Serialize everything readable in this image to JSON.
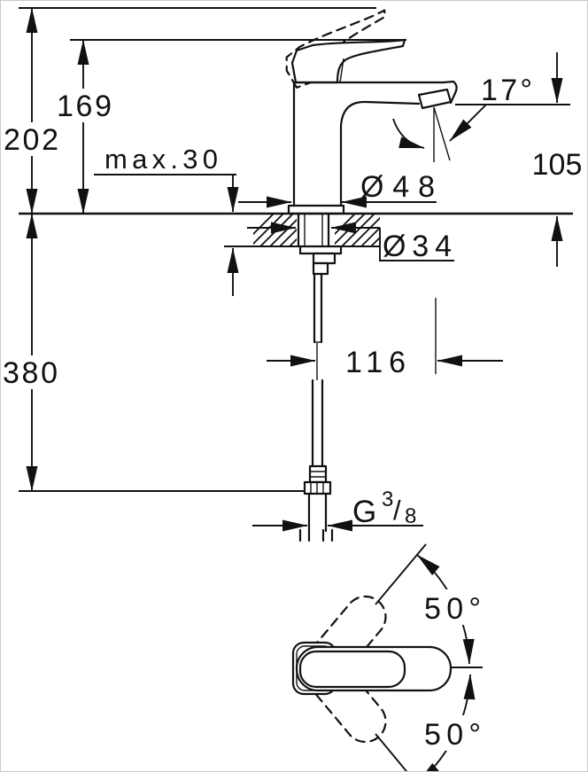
{
  "drawing": {
    "title": "Single-lever basin mixer — dimensional drawing",
    "background": "#ffffff",
    "line_color": "#111111",
    "views": {
      "side_view": "faucet side elevation with mounting shank and flexible hose",
      "top_view": "handle swivel range seen from above"
    },
    "dimensions": {
      "total_height": "202",
      "lever_height": "169",
      "max_deck_thickness": "max.30",
      "spout_angle": "17°",
      "outlet_height": "105",
      "body_diameter": "Ø48",
      "hole_diameter": "Ø34",
      "hose_length": "380",
      "spout_projection": "116",
      "swivel_up": "50°",
      "swivel_down": "50°",
      "thread": {
        "letter": "G",
        "numerator": "3",
        "slash": "/",
        "denominator": "8"
      }
    }
  }
}
